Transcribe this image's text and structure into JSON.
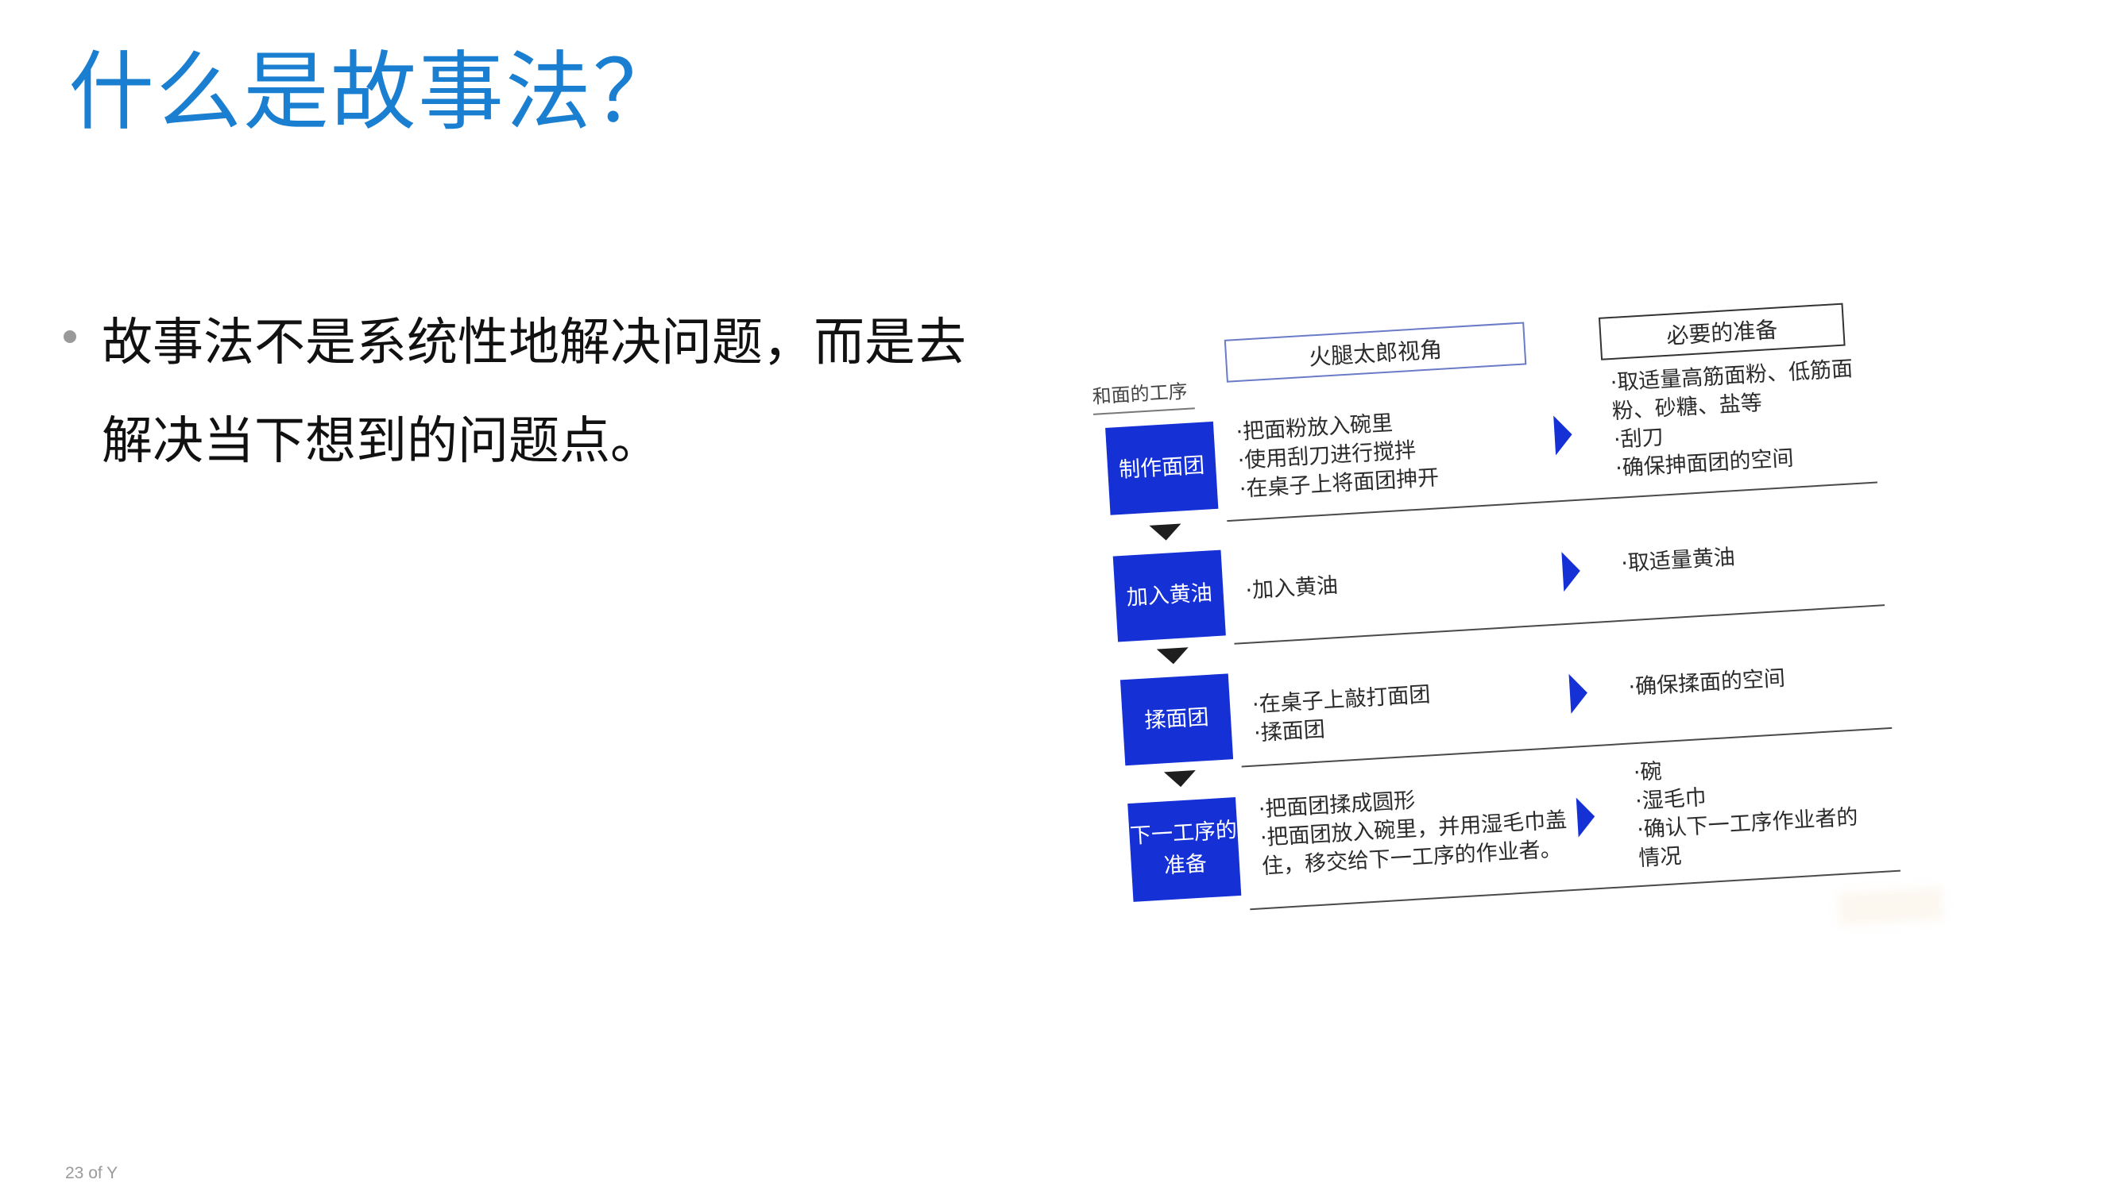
{
  "slide": {
    "title": "什么是故事法？",
    "bullet": "故事法不是系统性地解决问题，而是去解决当下想到的问题点。",
    "page_number": "23 of Y"
  },
  "photo_table": {
    "headers": {
      "process": "和面的工序",
      "view": "火腿太郎视角",
      "prep": "必要的准备"
    },
    "rows": [
      {
        "step": "制作面团",
        "view": [
          "·把面粉放入碗里",
          "·使用刮刀进行搅拌",
          "·在桌子上将面团抻开"
        ],
        "prep": [
          "·取适量高筋面粉、低筋面粉、砂糖、盐等",
          "·刮刀",
          "·确保抻面团的空间"
        ]
      },
      {
        "step": "加入黄油",
        "view": [
          "·加入黄油"
        ],
        "prep": [
          "·取适量黄油"
        ]
      },
      {
        "step": "揉面团",
        "view": [
          "·在桌子上敲打面团",
          "·揉面团"
        ],
        "prep": [
          "·确保揉面的空间"
        ]
      },
      {
        "step": "下一工序的准备",
        "view": [
          "·把面团揉成圆形",
          "·把面团放入碗里，并用湿毛巾盖住，移交给下一工序的作业者。"
        ],
        "prep": [
          "·碗",
          "·湿毛巾",
          "·确认下一工序作业者的情况"
        ]
      }
    ]
  },
  "colors": {
    "title": "#1a7fd0",
    "step_box": "#1531d6",
    "text": "#111111",
    "bullet": "#9a9a9a"
  }
}
